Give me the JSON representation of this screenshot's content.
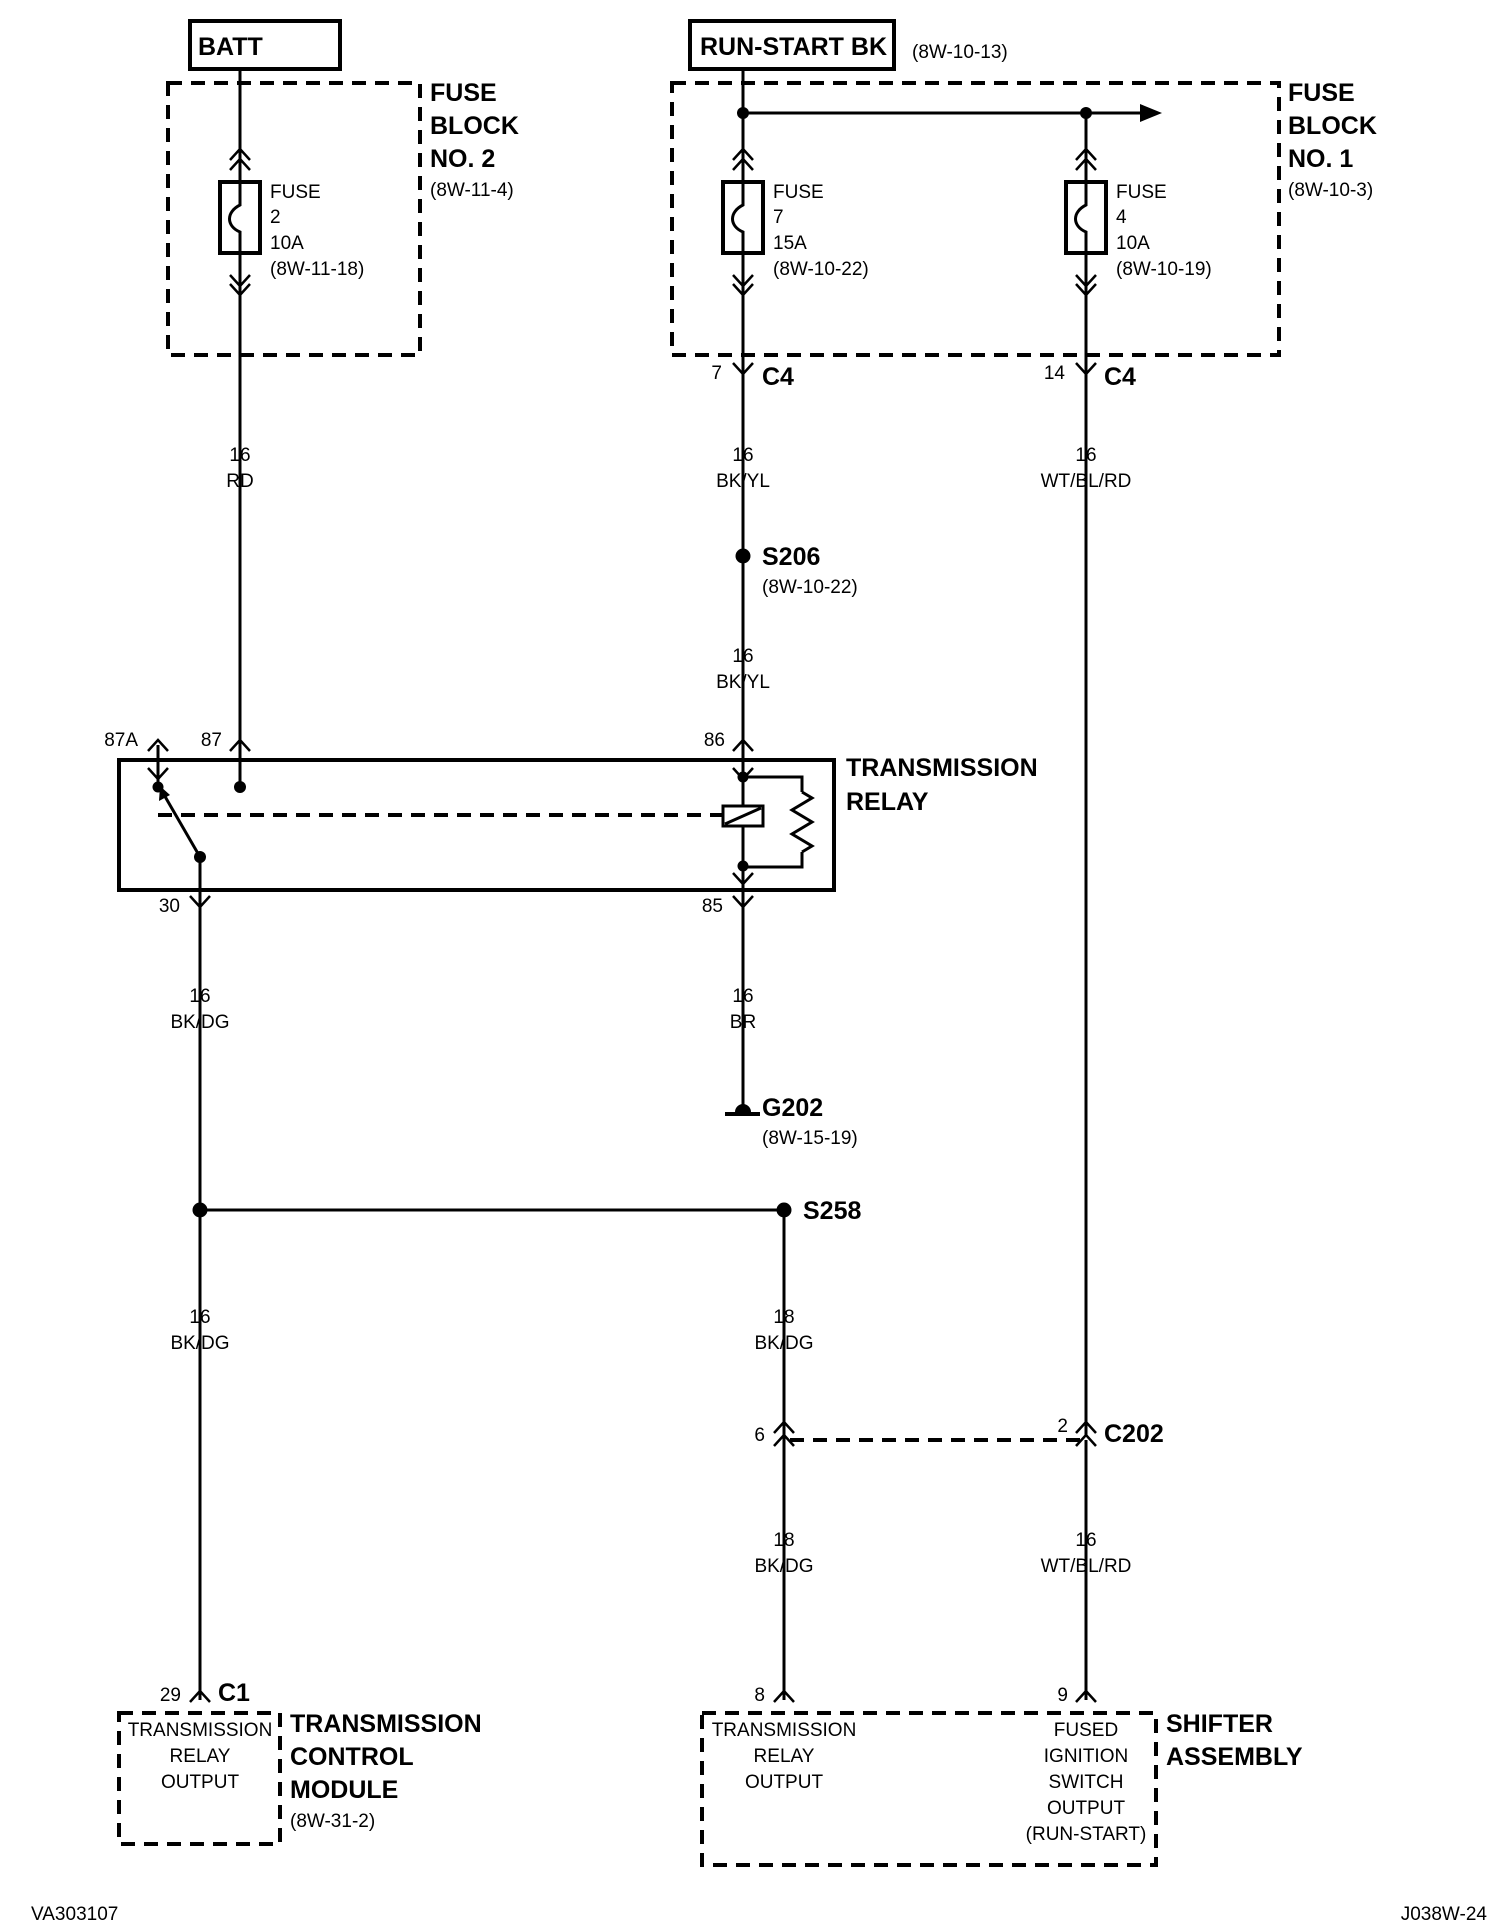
{
  "sources": {
    "batt": "BATT",
    "run_start": "RUN-START BK",
    "run_start_ref": "(8W-10-13)"
  },
  "fuse_block_2": {
    "title": [
      "FUSE",
      "BLOCK",
      "NO. 2"
    ],
    "ref": "(8W-11-4)",
    "fuse": [
      "FUSE",
      "2",
      "10A",
      "(8W-11-18)"
    ]
  },
  "fuse_block_1": {
    "title": [
      "FUSE",
      "BLOCK",
      "NO. 1"
    ],
    "ref": "(8W-10-3)",
    "fuse_7": [
      "FUSE",
      "7",
      "15A",
      "(8W-10-22)"
    ],
    "fuse_4": [
      "FUSE",
      "4",
      "10A",
      "(8W-10-19)"
    ]
  },
  "connectors": {
    "c4_pin7": "7",
    "c4_pin14": "14",
    "c4": "C4",
    "c202_pin6": "6",
    "c202_pin2": "2",
    "c202": "C202",
    "c1_pin29": "29",
    "c1": "C1",
    "shifter_pin8": "8",
    "shifter_pin9": "9"
  },
  "wires": {
    "rd": [
      "16",
      "RD"
    ],
    "bkyl_1": [
      "16",
      "BK/YL"
    ],
    "bkyl_2": [
      "16",
      "BK/YL"
    ],
    "wtblrd_1": [
      "16",
      "WT/BL/RD"
    ],
    "bkdg_1": [
      "16",
      "BK/DG"
    ],
    "br": [
      "16",
      "BR"
    ],
    "bkdg_2": [
      "16",
      "BK/DG"
    ],
    "bkdg_18a": [
      "18",
      "BK/DG"
    ],
    "bkdg_18b": [
      "18",
      "BK/DG"
    ],
    "wtblrd_2": [
      "16",
      "WT/BL/RD"
    ]
  },
  "splices": {
    "s206": "S206",
    "s206_ref": "(8W-10-22)",
    "s258": "S258"
  },
  "ground": {
    "g202": "G202",
    "g202_ref": "(8W-15-19)"
  },
  "relay": {
    "title": [
      "TRANSMISSION",
      "RELAY"
    ],
    "pin_87a": "87A",
    "pin_87": "87",
    "pin_86": "86",
    "pin_30": "30",
    "pin_85": "85"
  },
  "tcm": {
    "title": [
      "TRANSMISSION",
      "CONTROL",
      "MODULE"
    ],
    "ref": "(8W-31-2)",
    "pin_text": [
      "TRANSMISSION",
      "RELAY",
      "OUTPUT"
    ]
  },
  "shifter": {
    "title": [
      "SHIFTER",
      "ASSEMBLY"
    ],
    "pin8_text": [
      "TRANSMISSION",
      "RELAY",
      "OUTPUT"
    ],
    "pin9_text": [
      "FUSED",
      "IGNITION",
      "SWITCH",
      "OUTPUT",
      "(RUN-START)"
    ]
  },
  "footer": {
    "left_code": "VA303107",
    "right_code": "J038W-24"
  }
}
